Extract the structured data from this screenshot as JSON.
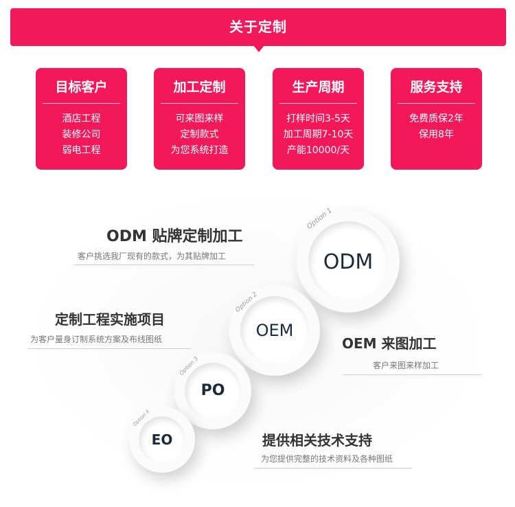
{
  "header": {
    "title": "关于定制"
  },
  "cards": [
    {
      "title": "目标客户",
      "lines": [
        "酒店工程",
        "装修公司",
        "弱电工程"
      ]
    },
    {
      "title": "加工定制",
      "lines": [
        "可来图来样",
        "定制款式",
        "为您系统打造"
      ]
    },
    {
      "title": "生产周期",
      "lines": [
        "打样时间3-5天",
        "加工周期7-10天",
        "产能10000/天"
      ]
    },
    {
      "title": "服务支持",
      "lines": [
        "免费质保2年",
        "保用8年"
      ]
    }
  ],
  "options": [
    {
      "tag": "Option 1",
      "label": "ODM"
    },
    {
      "tag": "Option 2",
      "label": "OEM"
    },
    {
      "tag": "Option 3",
      "label": "PO"
    },
    {
      "tag": "Option 4",
      "label": "EO"
    }
  ],
  "descriptions": {
    "odm": {
      "title": "ODM 贴牌定制加工",
      "sub": "客户挑选我厂现有的款式，为其贴牌加工"
    },
    "project": {
      "title": "定制工程实施项目",
      "sub": "为客户量身订制系统方案及布线图纸"
    },
    "oem": {
      "title": "OEM 来图加工",
      "sub": "客户来图来样加工"
    },
    "support": {
      "title": "提供相关技术支持",
      "sub": "为您提供完整的技术资料及各种图纸"
    }
  },
  "colors": {
    "accent": "#f2185a"
  }
}
